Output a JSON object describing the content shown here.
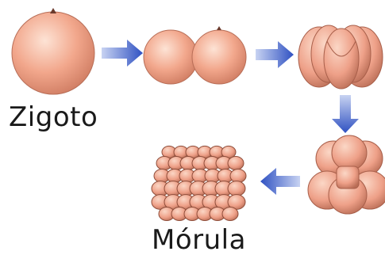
{
  "labels": {
    "zigoto": "Zigoto",
    "morula": "Mórula"
  },
  "stages": [
    {
      "id": "zigoto",
      "cells": 1
    },
    {
      "id": "2-cells",
      "cells": 2
    },
    {
      "id": "4-cells",
      "cells": 4
    },
    {
      "id": "8-cells",
      "cells": 8
    },
    {
      "id": "morula",
      "cells": 32
    }
  ],
  "colors": {
    "cell": "#f2a78c",
    "cell_dark": "#c9755c",
    "cell_light": "#fde0d2",
    "arrow": "#3355c4"
  }
}
